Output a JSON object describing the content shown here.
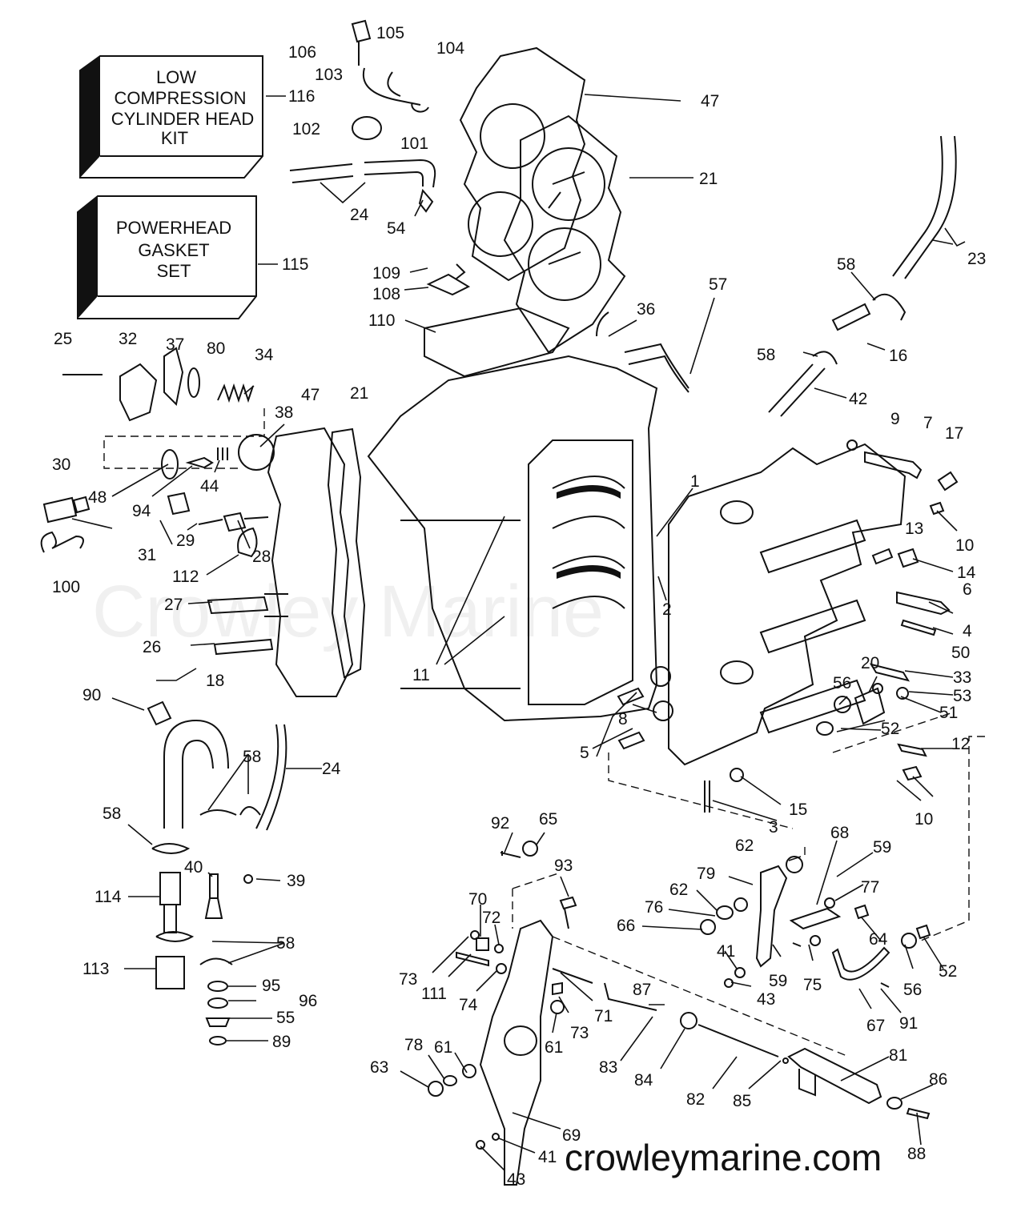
{
  "kits": [
    {
      "lines": [
        "LOW",
        "COMPRESSION",
        "CYLINDER HEAD",
        "KIT"
      ]
    },
    {
      "lines": [
        "POWERHEAD",
        "GASKET",
        "SET"
      ]
    }
  ],
  "callouts": [
    "106",
    "105",
    "104",
    "103",
    "116",
    "47",
    "102",
    "101",
    "21",
    "24",
    "54",
    "23",
    "115",
    "109",
    "108",
    "58",
    "57",
    "36",
    "110",
    "16",
    "25",
    "32",
    "37",
    "80",
    "34",
    "47",
    "21",
    "58",
    "42",
    "38",
    "9",
    "7",
    "17",
    "30",
    "48",
    "94",
    "44",
    "1",
    "10",
    "31",
    "29",
    "28",
    "13",
    "14",
    "100",
    "112",
    "27",
    "2",
    "6",
    "4",
    "26",
    "50",
    "11",
    "20",
    "33",
    "56",
    "53",
    "18",
    "90",
    "51",
    "8",
    "52",
    "5",
    "12",
    "24",
    "58",
    "15",
    "10",
    "58",
    "3",
    "92",
    "65",
    "68",
    "62",
    "59",
    "79",
    "40",
    "39",
    "93",
    "62",
    "77",
    "114",
    "76",
    "70",
    "72",
    "66",
    "64",
    "58",
    "41",
    "73",
    "111",
    "74",
    "59",
    "75",
    "56",
    "52",
    "113",
    "95",
    "73",
    "71",
    "61",
    "43",
    "87",
    "96",
    "67",
    "91",
    "55",
    "89",
    "61",
    "83",
    "84",
    "81",
    "78",
    "63",
    "82",
    "85",
    "86",
    "69",
    "41",
    "88",
    "43"
  ],
  "watermark": "Crowley Marine",
  "footer": "crowleymarine.com"
}
